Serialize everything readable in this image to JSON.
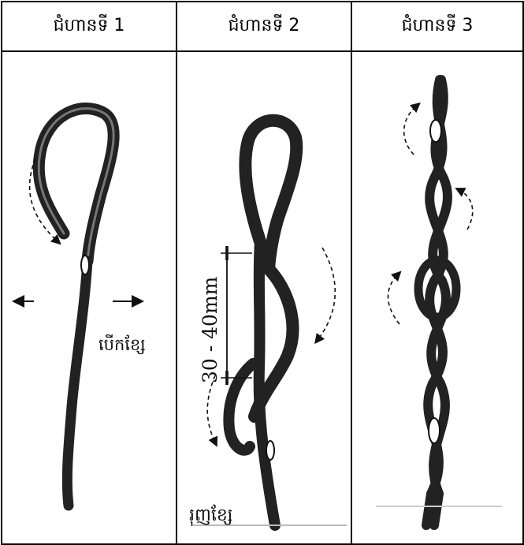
{
  "steps": [
    {
      "title": "ជំហានទី 1",
      "annotation": "បើកខ្សែ"
    },
    {
      "title": "ជំហានទី 2",
      "measurement": "30 - 40mm",
      "annotation": "រុញខ្សែ"
    },
    {
      "title": "ជំហានទី 3"
    }
  ]
}
